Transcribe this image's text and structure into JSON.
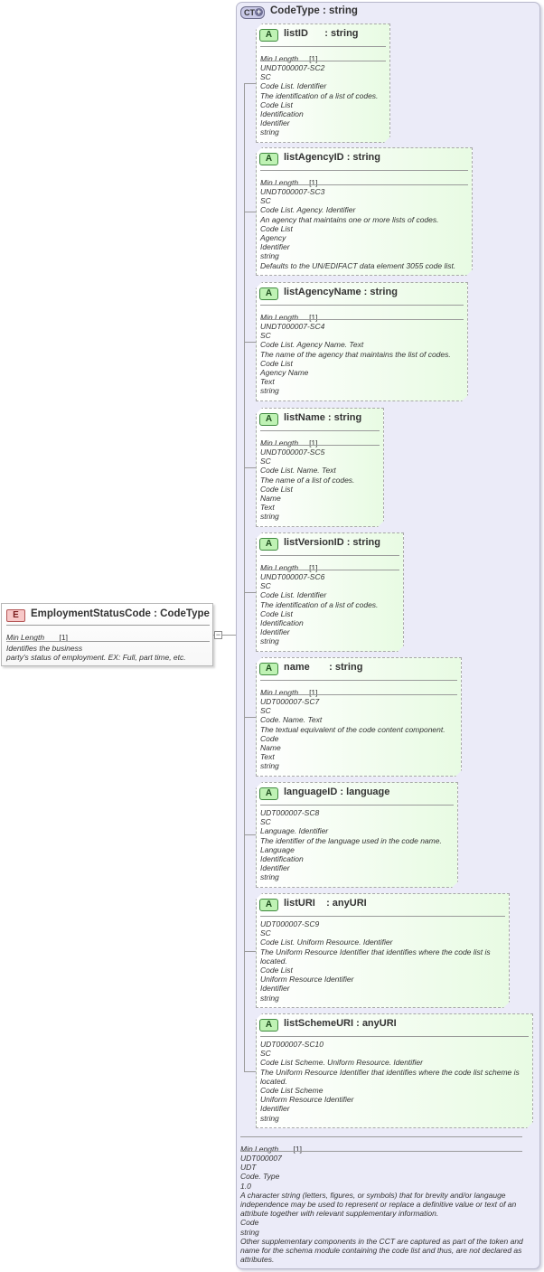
{
  "element": {
    "badge": "E",
    "name": "EmploymentStatusCode",
    "type": "CodeType",
    "facet_label": "Min Length",
    "facet_value": "[1]",
    "doc_lines": [
      "Identifies the business",
      "party's status of employment. EX: Full, part time, etc."
    ]
  },
  "complex_type": {
    "badge": "CT",
    "name": "CodeType",
    "type": "string"
  },
  "attributes": [
    {
      "name": "listID",
      "type": "string",
      "facet_label": "Min Length",
      "facet_value": "[1]",
      "lines": [
        "UNDT000007-SC2",
        "SC",
        "Code List. Identifier",
        "The identification of a list of codes.",
        "Code List",
        "Identification",
        "Identifier",
        "string"
      ]
    },
    {
      "name": "listAgencyID",
      "type": "string",
      "facet_label": "Min Length",
      "facet_value": "[1]",
      "lines": [
        "UNDT000007-SC3",
        "SC",
        "Code List. Agency. Identifier",
        "An agency that maintains one or more lists of codes.",
        "Code List",
        "Agency",
        "Identifier",
        "string",
        "Defaults to the UN/EDIFACT data element 3055 code list."
      ]
    },
    {
      "name": "listAgencyName",
      "type": "string",
      "facet_label": "Min Length",
      "facet_value": "[1]",
      "lines": [
        "UNDT000007-SC4",
        "SC",
        "Code List. Agency Name. Text",
        "The name of the agency that maintains the list of codes.",
        "Code List",
        "Agency Name",
        "Text",
        "string"
      ]
    },
    {
      "name": "listName",
      "type": "string",
      "facet_label": "Min Length",
      "facet_value": "[1]",
      "lines": [
        "UNDT000007-SC5",
        "SC",
        "Code List. Name. Text",
        "The name of a list of codes.",
        "Code List",
        "Name",
        "Text",
        "string"
      ]
    },
    {
      "name": "listVersionID",
      "type": "string",
      "facet_label": "Min Length",
      "facet_value": "[1]",
      "lines": [
        "UNDT000007-SC6",
        "SC",
        "Code List. Identifier",
        "The identification of a list of codes.",
        "Code List",
        "Identification",
        "Identifier",
        "string"
      ]
    },
    {
      "name": "name",
      "type": "string",
      "facet_label": "Min Length",
      "facet_value": "[1]",
      "lines": [
        "UDT000007-SC7",
        "SC",
        "Code. Name. Text",
        "The textual equivalent of the code content component.",
        "Code",
        "Name",
        "Text",
        "string"
      ]
    },
    {
      "name": "languageID",
      "type": "language",
      "lines": [
        "UDT000007-SC8",
        "SC",
        "Language. Identifier",
        "The identifier of the language used in the code name.",
        "Language",
        "Identification",
        "Identifier",
        "string"
      ]
    },
    {
      "name": "listURI",
      "type": "anyURI",
      "lines": [
        "UDT000007-SC9",
        "SC",
        "Code List. Uniform Resource. Identifier",
        "The Uniform Resource Identifier that identifies where the code list is located.",
        "Code List",
        "Uniform Resource Identifier",
        "Identifier",
        "string"
      ]
    },
    {
      "name": "listSchemeURI",
      "type": "anyURI",
      "lines": [
        "UDT000007-SC10",
        "SC",
        "Code List Scheme. Uniform Resource. Identifier",
        "The Uniform Resource Identifier that identifies where the code list scheme is located.",
        "Code List Scheme",
        "Uniform Resource Identifier",
        "Identifier",
        "string"
      ]
    }
  ],
  "ct_facet": {
    "label": "Min Length",
    "value": "[1]"
  },
  "ct_doc_lines": [
    "UDT000007",
    "UDT",
    "Code. Type",
    "1.0",
    "A character string (letters, figures, or symbols) that for brevity and/or langauge independence may be used to represent or replace a definitive value or text of an attribute together with relevant supplementary information.",
    "Code",
    "string",
    "Other supplementary components in the CCT are captured as part of the token and name for the schema module containing the code list and thus, are not declared as attributes."
  ]
}
